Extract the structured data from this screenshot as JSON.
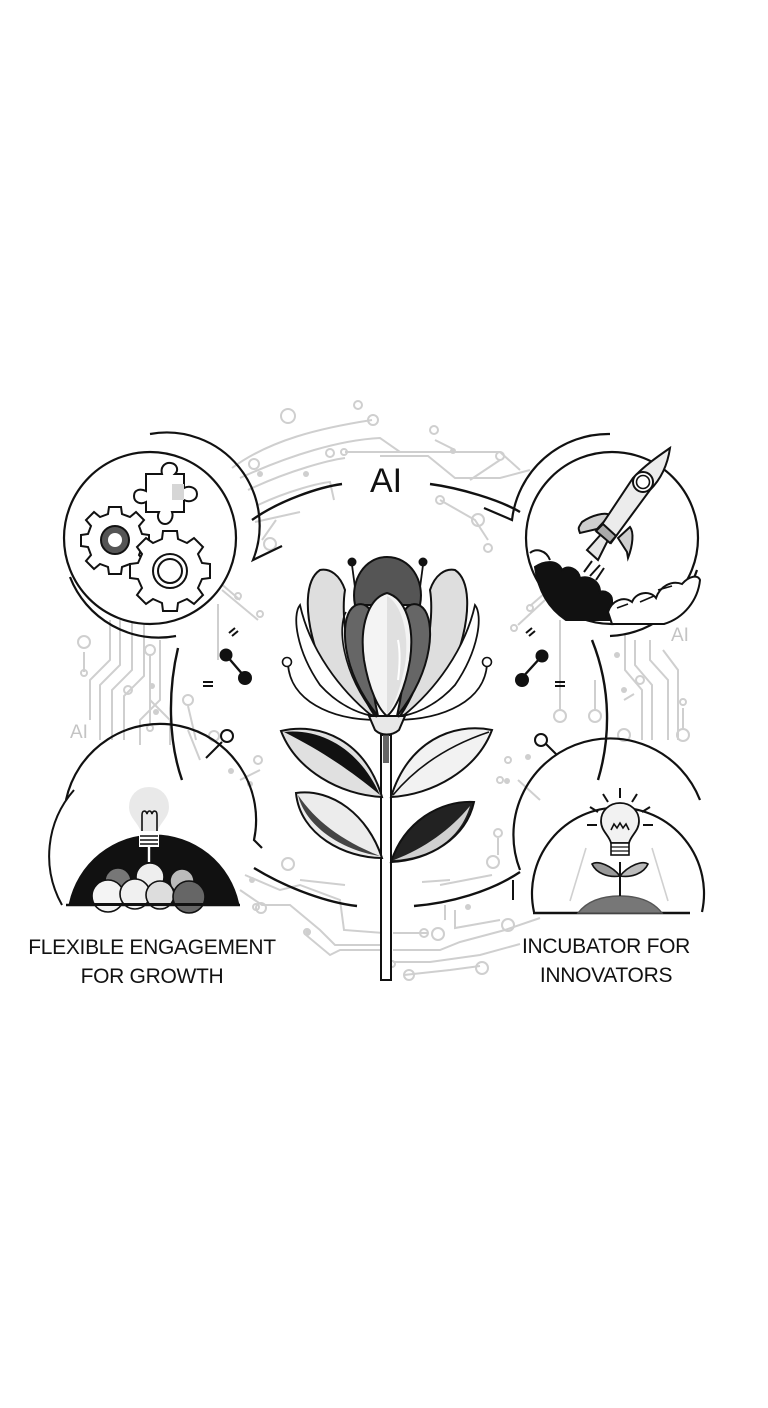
{
  "title": "AI",
  "side_labels": [
    "AI",
    "AI"
  ],
  "labels": {
    "left": [
      "FLEXIBLE ENGAGEMENT",
      "FOR GROWTH"
    ],
    "right": [
      "INCUBATOR FOR",
      "INNOVATORS"
    ]
  },
  "nodes": [
    {
      "id": "top-left",
      "icon": "gears-puzzle-icon",
      "description": "Two gears and a puzzle piece"
    },
    {
      "id": "top-right",
      "icon": "rocket-launch-icon",
      "description": "Rocket launching over clouds"
    },
    {
      "id": "bottom-left",
      "icon": "lightbulb-clouds-icon",
      "description": "Lightbulb rising from clouds on dark background"
    },
    {
      "id": "bottom-right",
      "icon": "lightbulb-sprout-icon",
      "description": "Lightbulb on a sprouting plant in soil"
    }
  ],
  "center": {
    "icon": "flower-icon",
    "description": "Stylized tulip/lotus flower with leaves and stem"
  },
  "colors": {
    "ink": "#111111",
    "dark_gray": "#555555",
    "mid_gray": "#9a9a9a",
    "light_gray": "#d9d9d9",
    "circuit": "#cfcfcf",
    "background": "#ffffff"
  }
}
